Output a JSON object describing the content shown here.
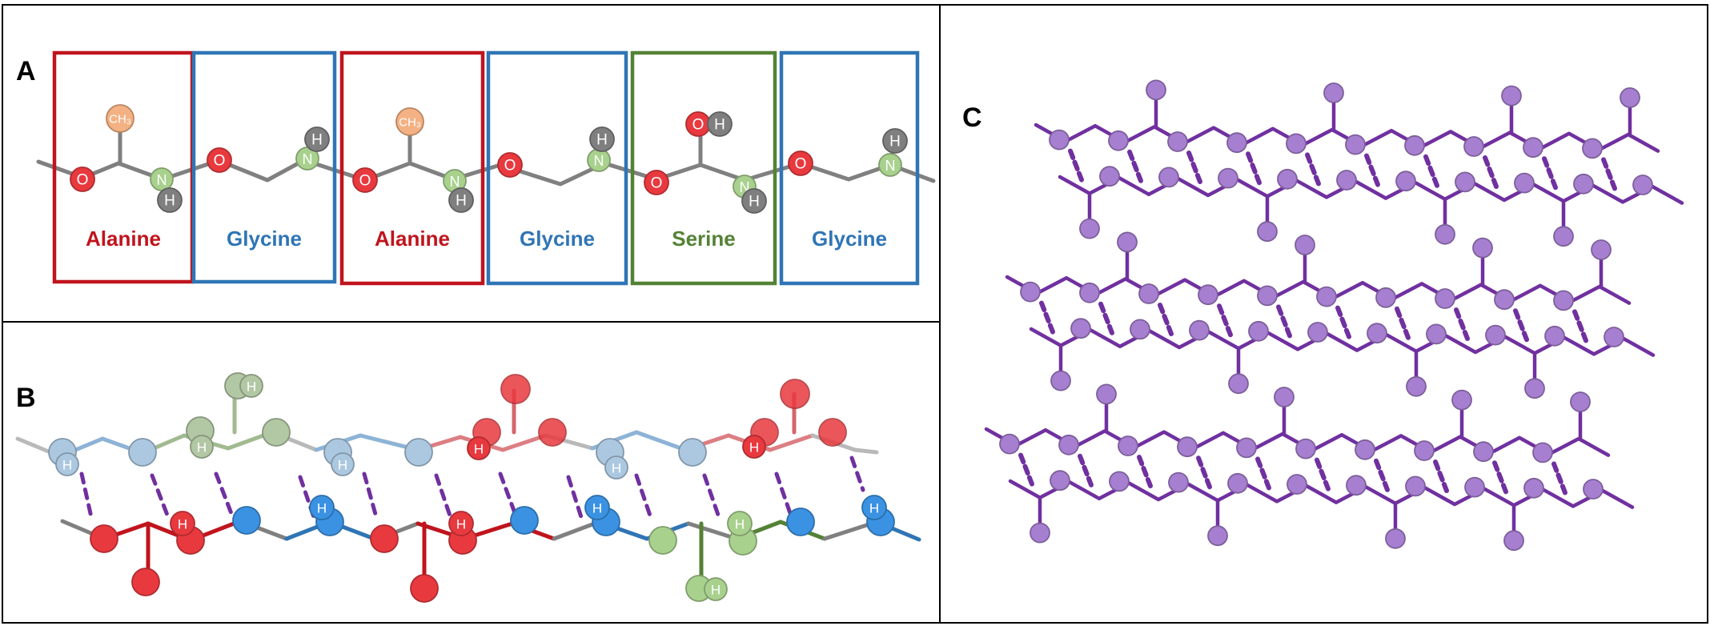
{
  "panels": {
    "a": {
      "letter": "A",
      "residues": [
        {
          "name": "Alanine",
          "type": "alanine",
          "side_label": "CH₃"
        },
        {
          "name": "Glycine",
          "type": "glycine"
        },
        {
          "name": "Alanine",
          "type": "alanine",
          "side_label": "CH₃"
        },
        {
          "name": "Glycine",
          "type": "glycine"
        },
        {
          "name": "Serine",
          "type": "serine",
          "side_label": "O",
          "side_label_h": "H"
        },
        {
          "name": "Glycine",
          "type": "glycine"
        }
      ],
      "atom_labels": {
        "oxygen": "O",
        "nitrogen": "N",
        "hydrogen": "H"
      }
    },
    "b": {
      "letter": "B",
      "hydrogen_label": "H"
    },
    "c": {
      "letter": "C"
    }
  },
  "colors": {
    "alanine": "#c0141d",
    "glycine": "#2f75b5",
    "serine": "#548235",
    "oxygen": "#e8393f",
    "nitrogen": "#a9d18e",
    "hydrogen": "#7f7f7f",
    "methyl": "#f4b183",
    "backbone": "#808080",
    "hbond": "#7030a0",
    "sheet": "#7030a0",
    "sheet_atom": "#a77fd0"
  }
}
